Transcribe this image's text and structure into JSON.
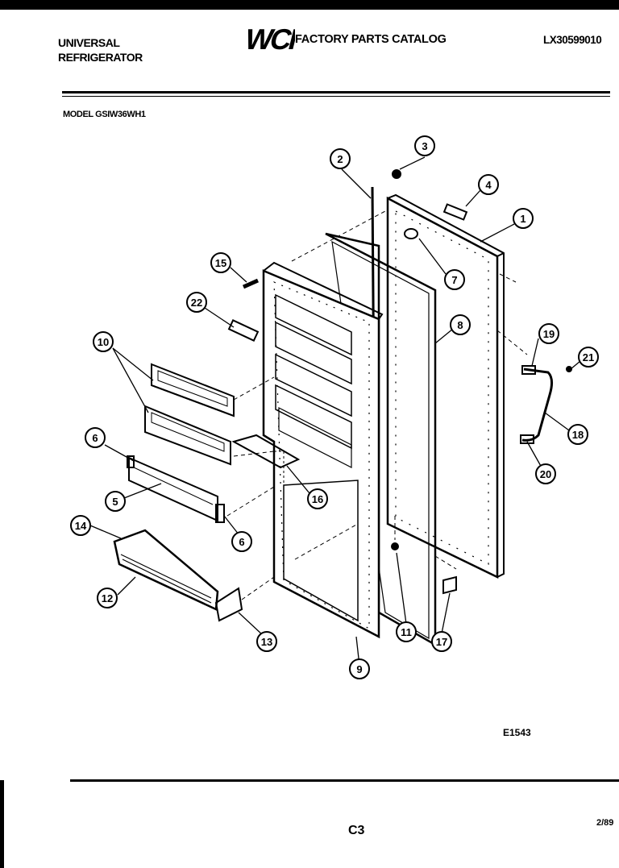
{
  "header": {
    "brand_line1": "UNIVERSAL",
    "brand_line2": "REFRIGERATOR",
    "logo_text": "WCI",
    "catalog_title": "FACTORY PARTS CATALOG",
    "document_number": "LX30599010"
  },
  "model_line": "MODEL GSIW36WH1",
  "callouts": [
    "1",
    "2",
    "3",
    "4",
    "5",
    "6",
    "6",
    "7",
    "8",
    "9",
    "10",
    "11",
    "12",
    "13",
    "14",
    "15",
    "16",
    "17",
    "18",
    "19",
    "20",
    "21",
    "22"
  ],
  "figure_id": "E1543",
  "page_code": "C3",
  "date_code": "2/89"
}
